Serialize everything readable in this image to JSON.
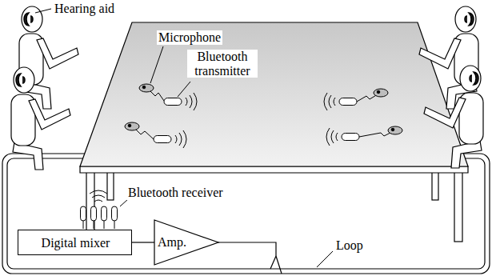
{
  "diagram": {
    "nodes": [
      {
        "text": [
          "Digital mixer"
        ]
      },
      {
        "text": [
          "Amp."
        ]
      }
    ],
    "edges": [
      {
        "from": 0,
        "to": 1,
        "arrow": "none"
      }
    ],
    "labels": [
      "Hearing aid",
      "Microphone",
      "Bluetooth transmitter",
      "Bluetooth receiver",
      "Loop"
    ]
  }
}
